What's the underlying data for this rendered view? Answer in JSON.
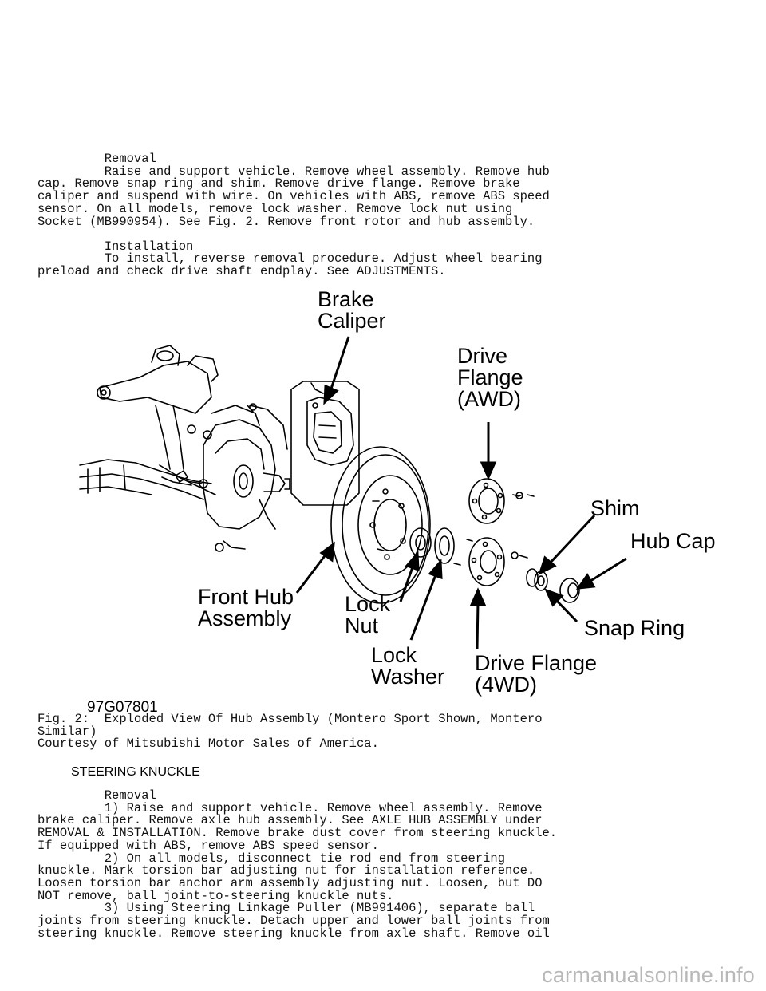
{
  "removal_section": {
    "heading": "         Removal",
    "text": "         Raise and support vehicle. Remove wheel assembly. Remove hub\ncap. Remove snap ring and shim. Remove drive flange. Remove brake\ncaliper and suspend with wire. On vehicles with ABS, remove ABS speed\nsensor. On all models, remove lock washer. Remove lock nut using\nSocket (MB990954). See Fig. 2. Remove front rotor and hub assembly."
  },
  "installation_section": {
    "heading": "         Installation",
    "text": "         To install, reverse removal procedure. Adjust wheel bearing\npreload and check drive shaft endplay. See ADJUSTMENTS."
  },
  "figure": {
    "labels": {
      "brake_caliper": "Brake\nCaliper",
      "drive_flange_awd": "Drive\nFlange\n(AWD)",
      "shim": "Shim",
      "hub_cap": "Hub Cap",
      "front_hub_assembly": "Front Hub\nAssembly",
      "lock_nut": "Lock\nNut",
      "lock_washer": "Lock\nWasher",
      "drive_flange_4wd": "Drive Flange\n(4WD)",
      "snap_ring": "Snap Ring"
    },
    "code": "97G07801",
    "caption": "Fig. 2:  Exploded View Of Hub Assembly (Montero Sport Shown, Montero\nSimilar)\nCourtesy of Mitsubishi Motor Sales of America."
  },
  "steering_knuckle": {
    "title": "STEERING KNUCKLE",
    "removal_heading": "         Removal",
    "text": "         1) Raise and support vehicle. Remove wheel assembly. Remove\nbrake caliper. Remove axle hub assembly. See AXLE HUB ASSEMBLY under\nREMOVAL & INSTALLATION. Remove brake dust cover from steering knuckle.\nIf equipped with ABS, remove ABS speed sensor.\n         2) On all models, disconnect tie rod end from steering\nknuckle. Mark torsion bar adjusting nut for installation reference.\nLoosen torsion bar anchor arm assembly adjusting nut. Loosen, but DO\nNOT remove, ball joint-to-steering knuckle nuts.\n         3) Using Steering Linkage Puller (MB991406), separate ball\njoints from steering knuckle. Detach upper and lower ball joints from\nsteering knuckle. Remove steering knuckle from axle shaft. Remove oil"
  },
  "watermark": "carmanualsonline.info"
}
